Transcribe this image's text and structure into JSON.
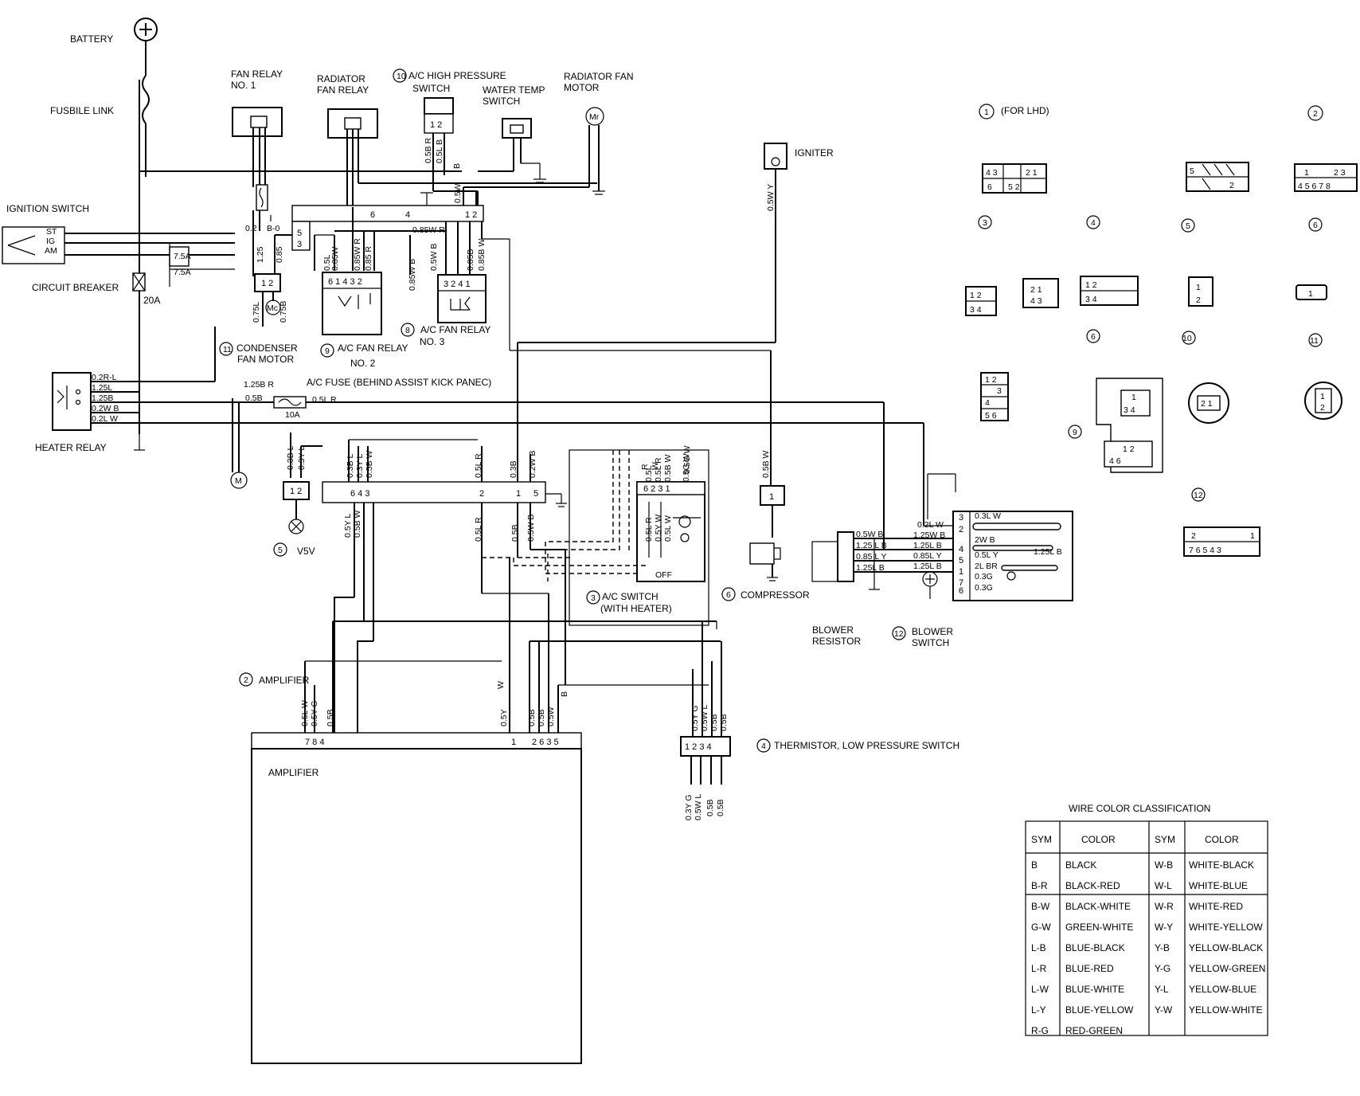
{
  "labels": {
    "battery": "BATTERY",
    "fusible_link": "FUSBILE LINK",
    "ignition_switch": "IGNITION SWITCH",
    "sw_st": "ST",
    "sw_ig": "IG",
    "sw_am": "AM",
    "circuit_breaker": "CIRCUIT BREAKER",
    "cb_rating": "20A",
    "fuse_75a_1": "7.5A",
    "fuse_75a_2": "7.5A",
    "fan_relay_1_a": "FAN RELAY",
    "fan_relay_1_b": "NO. 1",
    "radiator_fan_relay_a": "RADIATOR",
    "radiator_fan_relay_b": "FAN RELAY",
    "ac_high_pressure_a": "A/C HIGH PRESSURE",
    "ac_high_pressure_b": "SWITCH",
    "ac_high_pressure_num": "10",
    "water_temp_a": "WATER TEMP",
    "water_temp_b": "SWITCH",
    "radiator_fan_motor_a": "RADIATOR FAN",
    "radiator_fan_motor_b": "MOTOR",
    "igniter": "IGNITER",
    "condenser_fan_motor_a": "CONDENSER",
    "condenser_fan_motor_b": "FAN MOTOR",
    "condenser_num": "11",
    "ac_fan_relay_2_a": "A/C FAN RELAY",
    "ac_fan_relay_2_b": "NO. 2",
    "ac_fan_relay_2_num": "9",
    "ac_fan_relay_3_a": "A/C FAN RELAY",
    "ac_fan_relay_3_b": "NO. 3",
    "ac_fan_relay_3_num": "8",
    "heater_relay": "HEATER RELAY",
    "ac_fuse": "A/C FUSE (BEHIND ASSIST KICK PANEC)",
    "ac_fuse_rating": "10A",
    "v5v": "V5V",
    "v5v_num": "5",
    "ac_switch_a": "A/C SWITCH",
    "ac_switch_b": "(WITH HEATER)",
    "ac_switch_num": "3",
    "ac_switch_off": "OFF",
    "compressor": "COMPRESSOR",
    "compressor_num": "6",
    "blower_resistor_a": "BLOWER",
    "blower_resistor_b": "RESISTOR",
    "blower_switch_a": "BLOWER",
    "blower_switch_b": "SWITCH",
    "blower_switch_num": "12",
    "amplifier": "AMPLIFIER",
    "amplifier_ref": "AMPLIFIER",
    "amplifier_num": "2",
    "thermistor": "THERMISTOR, LOW PRESSURE SWITCH",
    "thermistor_num": "4",
    "for_lhd": "(FOR LHD)",
    "motor_m": "M",
    "motor_mc": "Mc",
    "motor_mr": "Mr"
  },
  "wires": {
    "hr_02rl": "0.2R-L",
    "hr_125l": "1.25L",
    "hr_125b": "1.25B",
    "hr_02wb": "0.2W B",
    "hr_02lw": "0.2L W",
    "fuse_125br": "1.25B  R",
    "fuse_05br": "0.5B",
    "fuse_05lr": "0.5L R",
    "b0": "B-0",
    "v02": "0.2",
    "c125": "1.25",
    "c085": "0.85",
    "c075l": "0.75L",
    "c075b": "0.75B",
    "r9_05l": "0.5L",
    "r9_085w": "0.85W",
    "r9_085wr": "0.85W R",
    "r9_085r": "0.85 R",
    "r8_085wb": "0.85W B",
    "r8_05wb": "0.5W B",
    "r8_085b": "0.85B",
    "r8_085bw": "0.85B W",
    "t_085wr": "0.85W R",
    "hp_05br": "0.5B R",
    "hp_05lb": "0.5L B",
    "hp_b": "B",
    "w05w": "0.5W",
    "ig_05wy": "0.5W Y",
    "v_03bl": "0.3B L",
    "v_03yl": "0.3Y L",
    "v_03yl2": "0.3Y L",
    "a_03bl": "0.3B L",
    "a_05bw": "0.5B W",
    "a_05lr": "0.5L R",
    "a_03b": "0.3B",
    "a_02wb": "0.2W B",
    "b_05yl": "0.5Y L",
    "b_05bw": "0.5B W",
    "b_05lr": "0.5L R",
    "b_05b": "0.5B",
    "b_05wb": "0.5W B",
    "s_r": "R",
    "s_w": "W",
    "s_05l": "0.5L",
    "s_05lr": "0.5L R",
    "s_05bw": "0.5B W",
    "s_05gw": "0.5G W",
    "s_05gw2": "0.5G W",
    "s_05lr2": "0.5L R",
    "s_05yw": "0.5Y W",
    "s_05lw": "0.5L W",
    "comp_05bw": "0.5B W",
    "am_05lw": "0.5L W",
    "am_05yg": "0.5Y G",
    "am_05b": "0.5B",
    "am_05y": "0.5Y",
    "am_05b2": "0.5B",
    "am_05b3": "0.5B",
    "am_05w": "0.5W",
    "am_w": "W",
    "am_b": "B",
    "th_05yg": "0.5Y G",
    "th_05wl": "0.5W L",
    "th_05b": "0.5B",
    "th_05b2": "0.5B",
    "tb_03yg": "0.3Y G",
    "tb_05wl": "0.5W L",
    "tb_05b": "0.5B",
    "tb_05b2": "0.5B",
    "br_05wb": "0.5W B",
    "br_125lb": "1.25 L B",
    "br_085ly": "0.85 L Y",
    "br_125lb2": "1.25L B",
    "bs_02lw": "0.2L W",
    "bs_125wb": "1.25W B",
    "bs_125lb": "1.25L B",
    "bs_085ly": "0.85L Y",
    "bs_125lb2": "1.25L B",
    "bs_03lw": "0.3L W",
    "bs_2wb": "2W B",
    "bs_05ly": "0.5L Y",
    "bs_125lb3": "1.25L B",
    "bs_2lbr": "2L BR",
    "bs_03g": "0.3G",
    "bs_03g2": "0.3G"
  },
  "pins": {
    "hp": "1 2",
    "cond": "1 2",
    "r9": "6 1 4 3 2",
    "r8": "3 2 4 1",
    "top_conn_a": "6",
    "top_conn_b": "4",
    "top_conn_c": "1 2",
    "small5": "5",
    "small3": "3",
    "v5v": "1 2",
    "main_a": "6 4 3",
    "main_b": "2",
    "main_c": "1",
    "main_d": "5",
    "acsw": "6  2 3  1",
    "comp": "1",
    "amp_a": "7 8  4",
    "amp_b": "1",
    "amp_c": "2 6 3 5",
    "therm": "1 2 3 4",
    "bs": [
      "3",
      "2",
      "4",
      "5",
      "1",
      "7",
      "6"
    ]
  },
  "connector_refs": [
    "1",
    "2",
    "3",
    "4",
    "5",
    "6",
    "6",
    "10",
    "11",
    "9",
    "12"
  ],
  "connector_pins": {
    "c1a": "4 3",
    "c1b": "2 1",
    "c1c": "6",
    "c1d": "5 2",
    "c1e": "5",
    "c1f": "2",
    "c2a": "1",
    "c2b": "2 3",
    "c2c": "4 5 6 7 8",
    "c3a": "1 2",
    "c3b": "3 4",
    "c4a": "2 1",
    "c4b": "4 3",
    "c4c": "1 2",
    "c4d": "3 4",
    "c5a": "1",
    "c5b": "2",
    "c6": "1",
    "c8a": "1 2",
    "c8b": "3",
    "c8c": "4",
    "c8d": "5 6",
    "c9a": "1",
    "c9b": "3 4",
    "c9c": "1 2",
    "c9d": "4   6",
    "c10": "2 1",
    "c11a": "1",
    "c11b": "2",
    "c12a": "2",
    "c12b": "1",
    "c12c": "7 6 5 4   3"
  },
  "color_table": {
    "title": "WIRE COLOR CLASSIFICATION",
    "headers": [
      "SYM",
      "COLOR",
      "SYM",
      "COLOR"
    ],
    "rows": [
      [
        "B",
        "BLACK",
        "W-B",
        "WHITE-BLACK"
      ],
      [
        "B-R",
        "BLACK-RED",
        "W-L",
        "WHITE-BLUE"
      ],
      [
        "B-W",
        "BLACK-WHITE",
        "W-R",
        "WHITE-RED"
      ],
      [
        "G-W",
        "GREEN-WHITE",
        "W-Y",
        "WHITE-YELLOW"
      ],
      [
        "L-B",
        "BLUE-BLACK",
        "Y-B",
        "YELLOW-BLACK"
      ],
      [
        "L-R",
        "BLUE-RED",
        "Y-G",
        "YELLOW-GREEN"
      ],
      [
        "L-W",
        "BLUE-WHITE",
        "Y-L",
        "YELLOW-BLUE"
      ],
      [
        "L-Y",
        "BLUE-YELLOW",
        "Y-W",
        "YELLOW-WHITE"
      ],
      [
        "R-G",
        "RED-GREEN",
        "",
        ""
      ]
    ]
  }
}
